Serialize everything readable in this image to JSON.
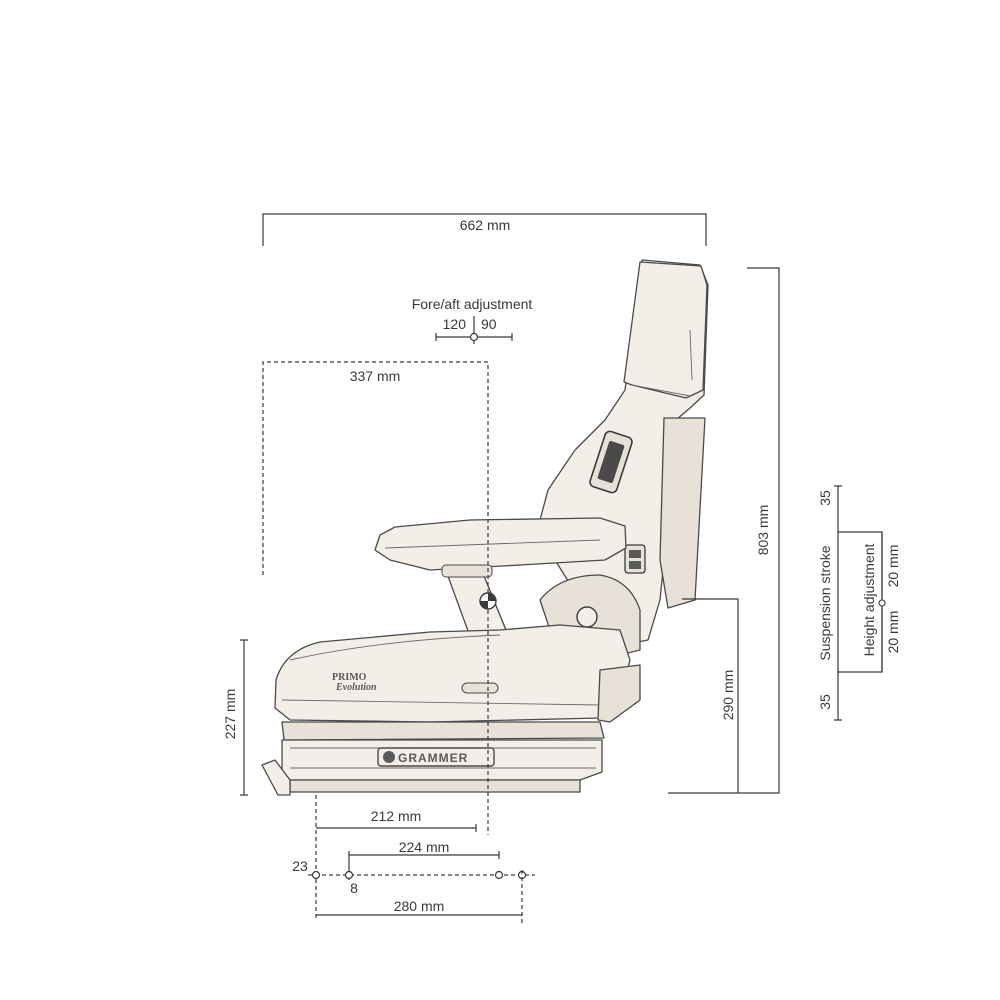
{
  "dimensions": {
    "overall_width": "662 mm",
    "fore_aft_title": "Fore/aft adjustment",
    "fore_aft_back": "120",
    "fore_aft_forward": "90",
    "seat_depth": "337 mm",
    "overall_height": "803 mm",
    "suspension_top": "35",
    "suspension_bottom": "35",
    "suspension_stroke": "Suspension stroke",
    "height_adjustment": "Height adjustment",
    "height_up": "20 mm",
    "height_down": "20 mm",
    "seat_height": "290 mm",
    "base_height": "227 mm",
    "rail_212": "212 mm",
    "rail_224": "224 mm",
    "hole_23": "23",
    "hole_8": "8",
    "rail_280": "280 mm"
  },
  "branding": {
    "manufacturer": "GRAMMER",
    "model_line1": "PRIMO",
    "model_line2": "Evolution"
  },
  "colors": {
    "line": "#3a3a3a",
    "seat_fill": "#f3efe8"
  }
}
